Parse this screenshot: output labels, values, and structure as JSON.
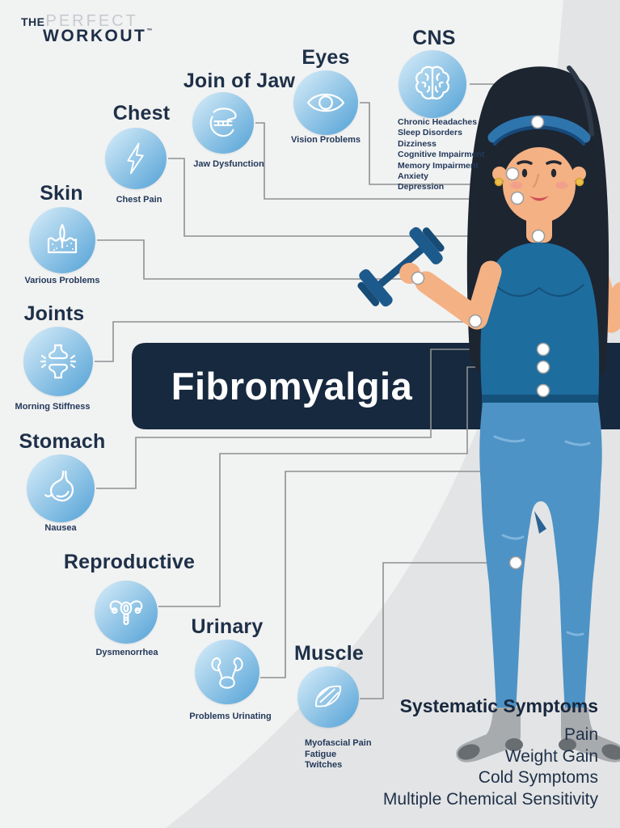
{
  "logo": {
    "the": "THE",
    "perfect": "PERFECT",
    "workout": "WORKOUT",
    "tm": "™"
  },
  "banner": {
    "title": "Fibromyalgia"
  },
  "sections": {
    "cns": {
      "title": "CNS",
      "symptoms": [
        "Chronic Headaches",
        "Sleep Disorders",
        "Dizziness",
        "Cognitive Impairment",
        "Memory Impairment",
        "Anxiety",
        "Depression"
      ]
    },
    "eyes": {
      "title": "Eyes",
      "label": "Vision Problems"
    },
    "jaw": {
      "title": "Join of Jaw",
      "label": "Jaw Dysfunction"
    },
    "chest": {
      "title": "Chest",
      "label": "Chest Pain"
    },
    "skin": {
      "title": "Skin",
      "label": "Various Problems"
    },
    "joints": {
      "title": "Joints",
      "label": "Morning Stiffness"
    },
    "stomach": {
      "title": "Stomach",
      "label": "Nausea"
    },
    "reproductive": {
      "title": "Reproductive",
      "label": "Dysmenorrhea"
    },
    "urinary": {
      "title": "Urinary",
      "label": "Problems Urinating"
    },
    "muscle": {
      "title": "Muscle",
      "symptoms": [
        "Myofascial Pain",
        "Fatigue",
        "Twitches"
      ]
    }
  },
  "systemic": {
    "heading": "Systematic Symptoms",
    "items": [
      "Pain",
      "Weight Gain",
      "Cold Symptoms",
      "Multiple Chemical Sensitivity"
    ]
  },
  "colors": {
    "banner_navy": "#16293f",
    "circle_blue": "#53a2d7",
    "line_gray": "#8e9091",
    "figure_top_blue": "#1e6d9f",
    "figure_jeans_blue": "#4d93c6"
  }
}
